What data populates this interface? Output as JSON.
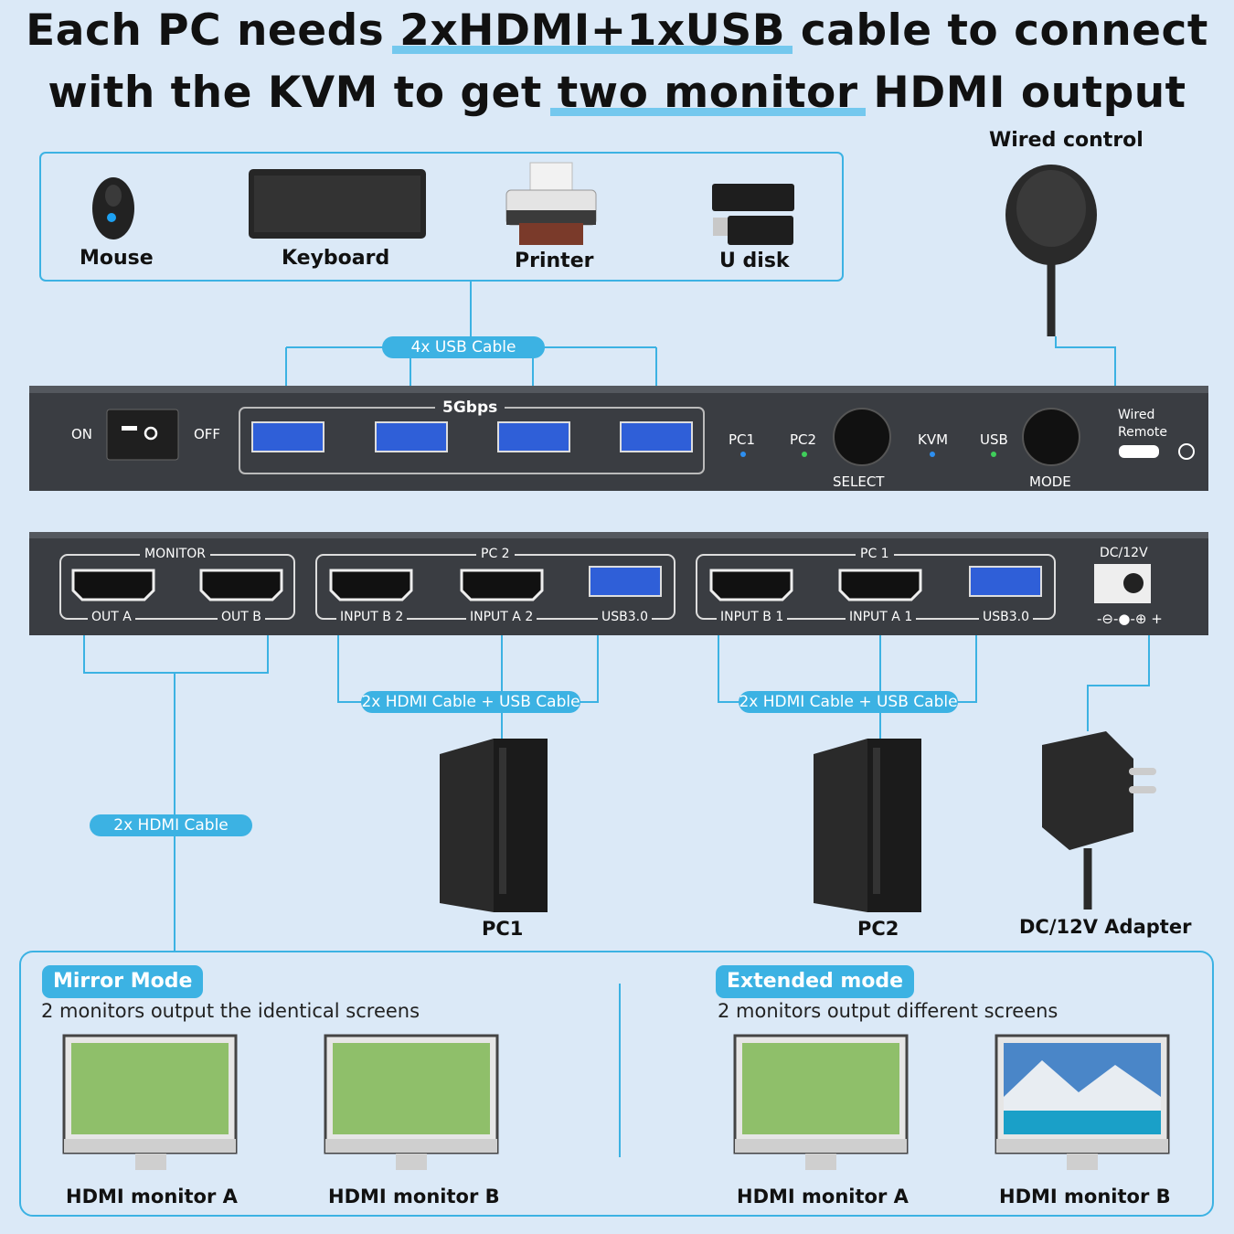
{
  "headline": {
    "line1_pre": "Each PC needs ",
    "line1_hl": "2xHDMI+1xUSB",
    "line1_post": " cable to connect",
    "line2_pre": "with the KVM to get ",
    "line2_hl": "two monitor",
    "line2_post": " HDMI output"
  },
  "peripherals": [
    "Mouse",
    "Keyboard",
    "Printer",
    "U disk"
  ],
  "wired_control_title": "Wired control",
  "cables": {
    "usb4": "4x USB Cable",
    "pc2": "2x HDMI Cable + USB Cable",
    "pc1": "2x HDMI Cable + USB Cable",
    "hdmi2": "2x HDMI Cable"
  },
  "front_panel": {
    "on": "ON",
    "off": "OFF",
    "speed": "5Gbps",
    "pc1": "PC1",
    "pc2": "PC2",
    "select": "SELECT",
    "kvm": "KVM",
    "usb": "USB",
    "mode": "MODE",
    "wired_remote_1": "Wired",
    "wired_remote_2": "Remote"
  },
  "back_panel": {
    "monitor_group": "MONITOR",
    "out_a": "OUT A",
    "out_b": "OUT B",
    "pc2_group": "PC 2",
    "input_b2": "INPUT B 2",
    "input_a2": "INPUT A 2",
    "usb30_pc2": "USB3.0",
    "pc1_group": "PC 1",
    "input_b1": "INPUT B 1",
    "input_a1": "INPUT A 1",
    "usb30_pc1": "USB3.0",
    "dc": "DC/12V"
  },
  "devices": {
    "pc1": "PC1",
    "pc2": "PC2",
    "adapter": "DC/12V Adapter"
  },
  "modes": {
    "mirror": {
      "title": "Mirror Mode",
      "desc": "2 monitors output the identical screens",
      "monitor_a": "HDMI monitor A",
      "monitor_b": "HDMI monitor B"
    },
    "extended": {
      "title": "Extended mode",
      "desc": "2 monitors output different screens",
      "monitor_a": "HDMI monitor A",
      "monitor_b": "HDMI monitor B"
    }
  },
  "colors": {
    "background": "#dbe9f7",
    "accent": "#3cb2e3",
    "device_body": "#3a3d42",
    "usb_port": "#2f5fd8",
    "led_blue": "#2d8ff0",
    "led_green": "#3fce5a"
  }
}
